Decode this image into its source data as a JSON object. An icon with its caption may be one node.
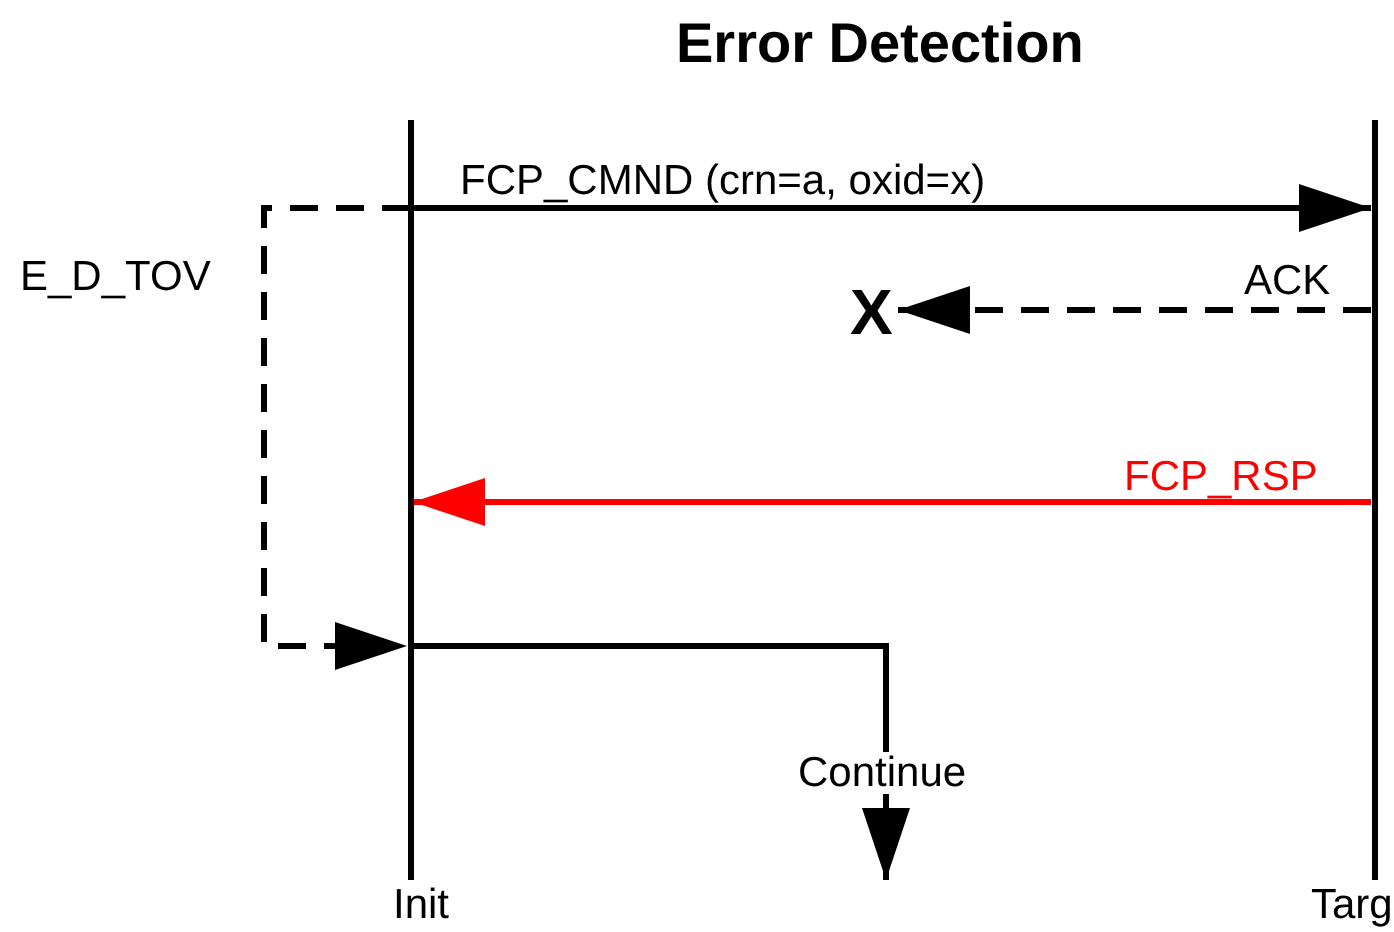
{
  "diagram": {
    "title": "Error Detection",
    "nodes": [
      {
        "text": [
          "Init"
        ]
      },
      {
        "text": [
          "Targ"
        ]
      },
      {
        "text": [
          "X"
        ]
      }
    ],
    "edges": [
      {
        "from": 0,
        "to": 1,
        "arrow": "to",
        "label": "FCP_CMND (crn=a, oxid=x)"
      },
      {
        "from": 1,
        "to": 2,
        "arrow": "to",
        "label": "ACK",
        "style": "dashed"
      },
      {
        "from": 1,
        "to": 0,
        "arrow": "to",
        "label": "FCP_RSP",
        "color": "#ff0000"
      },
      {
        "from": 0,
        "to": 0,
        "arrow": "to",
        "label": "E_D_TOV",
        "style": "dashed"
      },
      {
        "from": 0,
        "to": null,
        "arrow": "to",
        "label": "Continue"
      }
    ]
  }
}
